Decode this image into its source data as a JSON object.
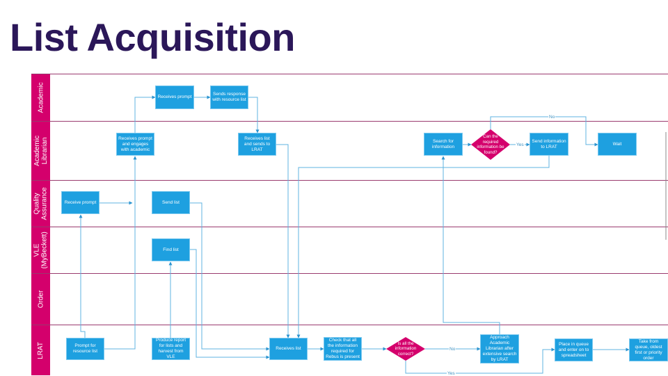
{
  "title": "List Acquisition",
  "lanes": [
    "Academic",
    "Academic\nLibrarian",
    "Quality\nAssurance",
    "VLE\n(MyBeckett)",
    "Order",
    "LRAT"
  ],
  "boxes": {
    "receives_prompt": "Receives prompt",
    "sends_response": "Sends response with resource list",
    "receives_prompt_engages": "Receives prompt and engages with academic",
    "receives_list_sends": "Receives list and sends to LRAT",
    "search_info": "Search for information",
    "send_info_lrat": "Send information to LRAT",
    "wait": "Wait",
    "receive_prompt_qa": "Receive prompt",
    "send_list": "Send list",
    "find_list": "Find list",
    "prompt_resource_list": "Prompt for resource list",
    "produce_report": "Produce report for lists and harvest from VLE",
    "receives_list": "Receives list",
    "check_info": "Check that all the information required for Rebus is present",
    "approach_librarian": "Approach Academic Librarian after extensive search by LRAT",
    "place_queue": "Place in queue and enter on to spreadsheet",
    "take_queue": "Take from queue, oldest first or priority order"
  },
  "decisions": {
    "can_find": "Can the required information be found?",
    "info_correct": "Is all the information correct?"
  },
  "labels": {
    "yes1": "Yes",
    "no1": "No",
    "no2": "No",
    "yes2": "Yes"
  },
  "colors": {
    "lane_header": "#d4006c",
    "process": "#1ea0e0",
    "decision": "#d4006c",
    "title": "#2b1759",
    "connector": "#4aa8d8"
  }
}
